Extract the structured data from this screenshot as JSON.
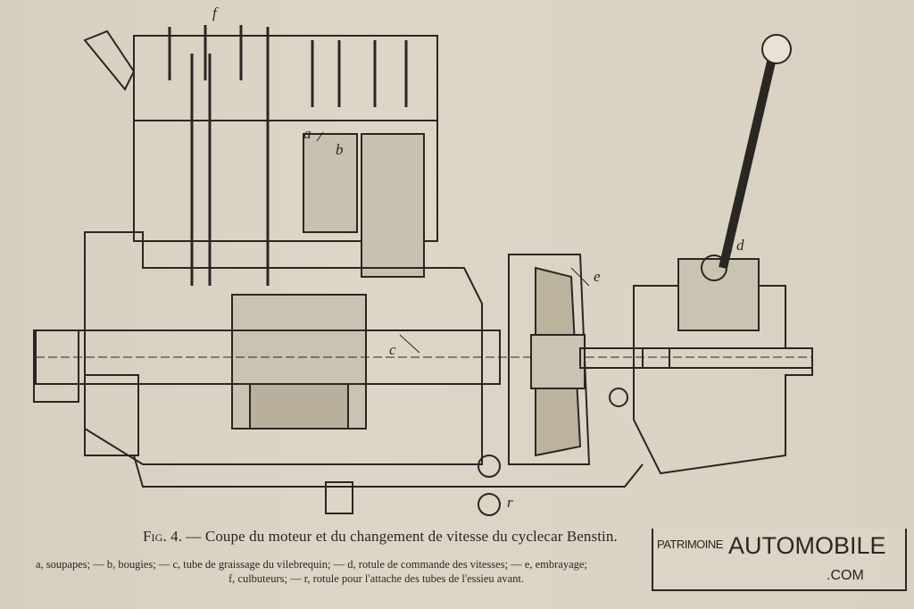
{
  "figure": {
    "labels": {
      "f": "f",
      "a": "a",
      "b": "b",
      "c": "c",
      "d": "d",
      "e": "e",
      "r": "r"
    },
    "caption_prefix": "Fig. 4.",
    "caption_text": " — Coupe du moteur et du changement de vitesse du cyclecar Benstin.",
    "legend_line1": "a, soupapes; — b, bougies; — c, tube de graissage du vilebrequin; — d, rotule de commande des vitesses; — e, embrayage;",
    "legend_line2": "f, culbuteurs; — r, rotule pour l'attache des tubes de l'essieu avant."
  },
  "watermark": {
    "prefix": "PATRIMOINE",
    "main": "AUTOMOBILE",
    "suffix": ".COM"
  }
}
